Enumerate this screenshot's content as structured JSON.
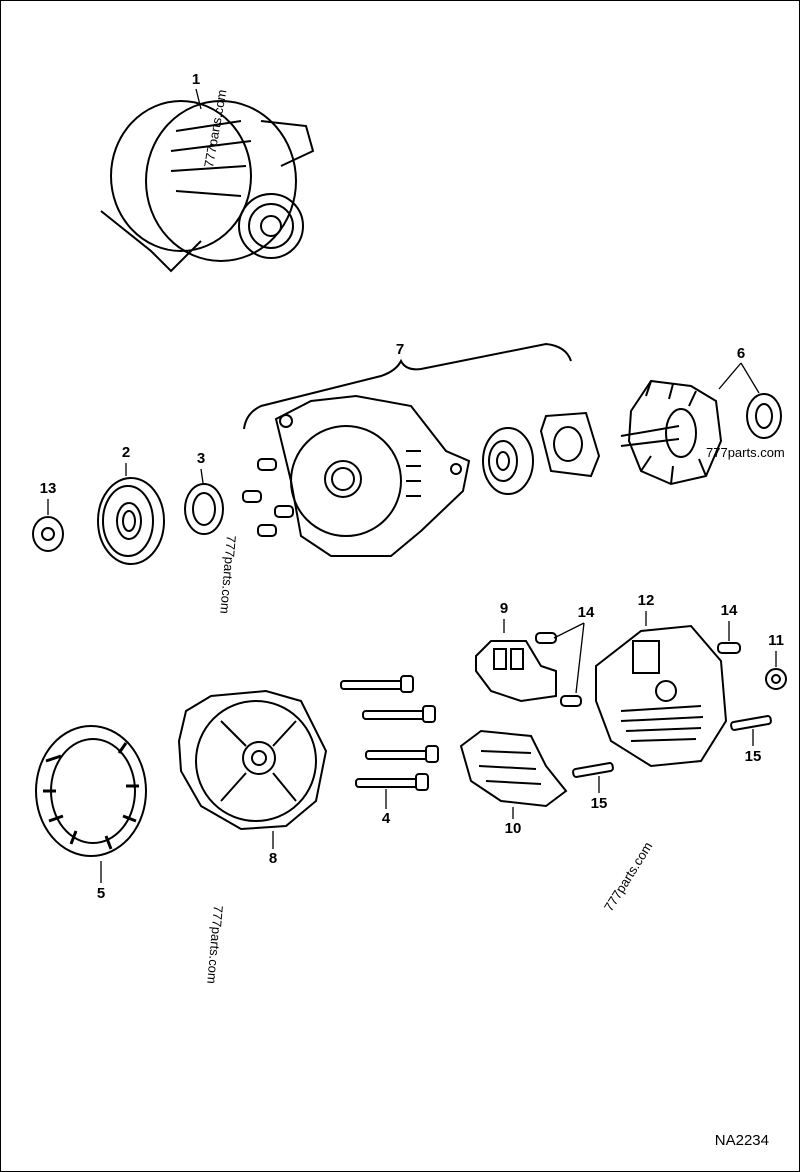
{
  "diagram": {
    "drawing_code": "NA2234",
    "watermark": "777parts.com",
    "callouts": [
      {
        "id": "1",
        "part": "alternator-assembly"
      },
      {
        "id": "7",
        "part": "front-housing-kit"
      },
      {
        "id": "6",
        "part": "rotor-and-bearing"
      },
      {
        "id": "2",
        "part": "pulley"
      },
      {
        "id": "3",
        "part": "spacer"
      },
      {
        "id": "13",
        "part": "nut"
      },
      {
        "id": "9",
        "part": "brush-holder"
      },
      {
        "id": "14",
        "part": "screw"
      },
      {
        "id": "12",
        "part": "rear-cover"
      },
      {
        "id": "14",
        "part": "screw"
      },
      {
        "id": "11",
        "part": "nut"
      },
      {
        "id": "15",
        "part": "bolt"
      },
      {
        "id": "4",
        "part": "through-bolt"
      },
      {
        "id": "15",
        "part": "bolt"
      },
      {
        "id": "10",
        "part": "rectifier"
      },
      {
        "id": "8",
        "part": "rear-housing"
      },
      {
        "id": "5",
        "part": "stator"
      }
    ]
  }
}
